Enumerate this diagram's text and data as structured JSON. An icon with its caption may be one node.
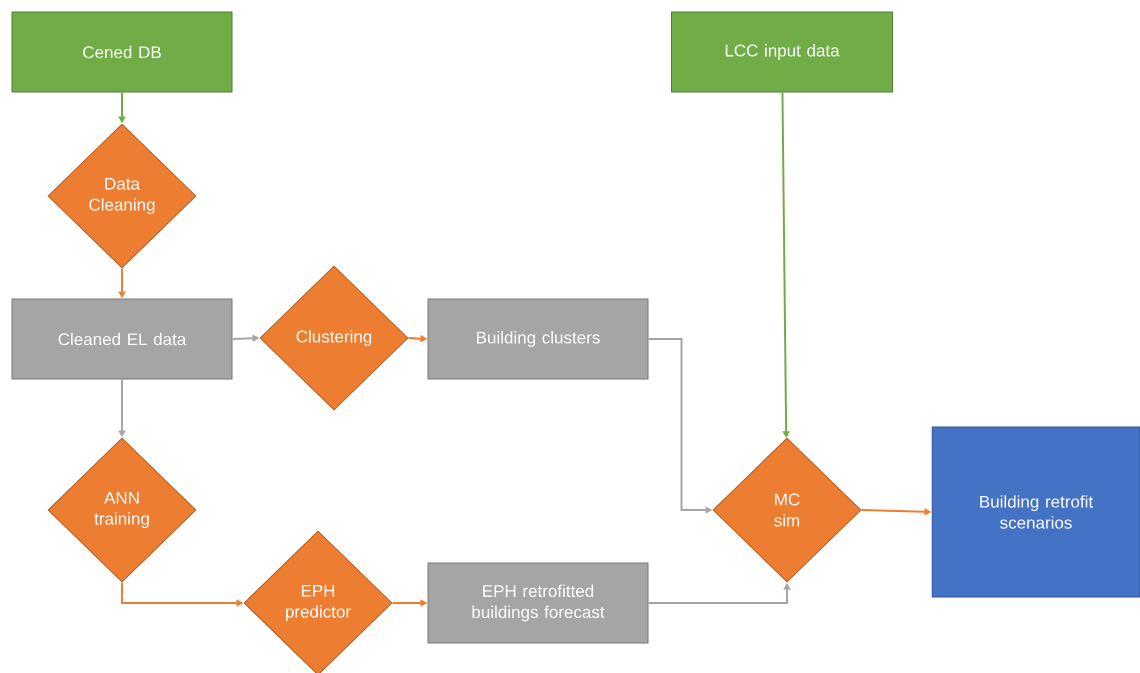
{
  "diagram": {
    "nodes": [
      {
        "text": [
          "Cened DB"
        ]
      },
      {
        "text": [
          "Data Cleaning"
        ]
      },
      {
        "text": [
          "Cleaned EL data"
        ]
      },
      {
        "text": [
          "Clustering"
        ]
      },
      {
        "text": [
          "Building clusters"
        ]
      },
      {
        "text": [
          "LCC input data"
        ]
      },
      {
        "text": [
          "ANN training"
        ]
      },
      {
        "text": [
          "EPH predictor"
        ]
      },
      {
        "text": [
          "EPH retrofitted buildings forecast"
        ]
      },
      {
        "text": [
          "MC sim"
        ]
      },
      {
        "text": [
          "Building retrofit scenarios"
        ]
      }
    ],
    "edges": [
      {
        "from": 0,
        "to": 1,
        "arrow": "to",
        "color": "#70ad47"
      },
      {
        "from": 1,
        "to": 2,
        "arrow": "to"
      },
      {
        "from": 2,
        "to": 3,
        "arrow": "to",
        "color": "#a5a5a5"
      },
      {
        "from": 3,
        "to": 4,
        "arrow": "to"
      },
      {
        "from": 2,
        "to": 6,
        "arrow": "to",
        "color": "#a5a5a5"
      },
      {
        "from": 6,
        "to": 7,
        "arrow": "to"
      },
      {
        "from": 7,
        "to": 8,
        "arrow": "to"
      },
      {
        "from": 4,
        "to": 9,
        "arrow": "to",
        "color": "#a5a5a5"
      },
      {
        "from": 8,
        "to": 9,
        "arrow": "to",
        "color": "#a5a5a5"
      },
      {
        "from": 5,
        "to": 9,
        "arrow": "to",
        "color": "#70ad47"
      },
      {
        "from": 9,
        "to": 10,
        "arrow": "to"
      }
    ]
  }
}
